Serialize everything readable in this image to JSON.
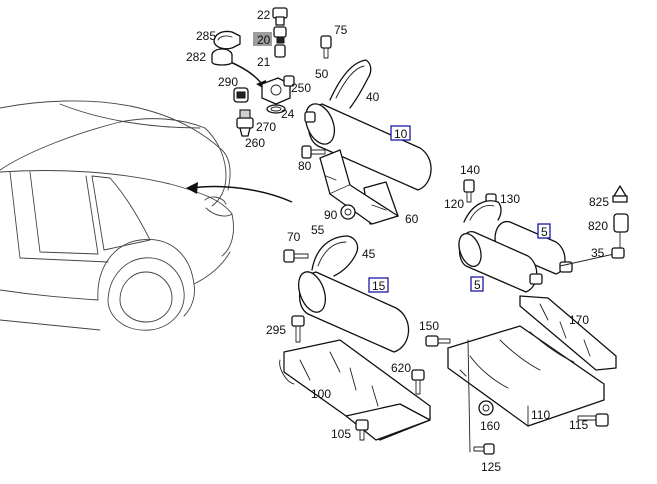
{
  "callouts": [
    {
      "id": "c22",
      "text": "22"
    },
    {
      "id": "c20",
      "text": "20",
      "highlight": true
    },
    {
      "id": "c285",
      "text": "285"
    },
    {
      "id": "c282",
      "text": "282"
    },
    {
      "id": "c21",
      "text": "21"
    },
    {
      "id": "c75",
      "text": "75"
    },
    {
      "id": "c50",
      "text": "50"
    },
    {
      "id": "c40",
      "text": "40"
    },
    {
      "id": "c290",
      "text": "290"
    },
    {
      "id": "c250",
      "text": "250"
    },
    {
      "id": "c24",
      "text": "24"
    },
    {
      "id": "c270",
      "text": "270"
    },
    {
      "id": "c260",
      "text": "260"
    },
    {
      "id": "c10",
      "text": "10",
      "boxed": true
    },
    {
      "id": "c80",
      "text": "80"
    },
    {
      "id": "c90",
      "text": "90"
    },
    {
      "id": "c60",
      "text": "60"
    },
    {
      "id": "c140",
      "text": "140"
    },
    {
      "id": "c130",
      "text": "130"
    },
    {
      "id": "c120",
      "text": "120"
    },
    {
      "id": "c5a",
      "text": "5",
      "boxed": true
    },
    {
      "id": "c5b",
      "text": "5",
      "boxed": true
    },
    {
      "id": "c825",
      "text": "825"
    },
    {
      "id": "c820",
      "text": "820"
    },
    {
      "id": "c35",
      "text": "35"
    },
    {
      "id": "c70",
      "text": "70"
    },
    {
      "id": "c55",
      "text": "55"
    },
    {
      "id": "c45",
      "text": "45"
    },
    {
      "id": "c15",
      "text": "15",
      "boxed": true
    },
    {
      "id": "c295",
      "text": "295"
    },
    {
      "id": "c150",
      "text": "150"
    },
    {
      "id": "c170",
      "text": "170"
    },
    {
      "id": "c620",
      "text": "620"
    },
    {
      "id": "c100",
      "text": "100"
    },
    {
      "id": "c105",
      "text": "105"
    },
    {
      "id": "c110",
      "text": "110"
    },
    {
      "id": "c160",
      "text": "160"
    },
    {
      "id": "c115",
      "text": "115"
    },
    {
      "id": "c125",
      "text": "125"
    }
  ],
  "colors": {
    "line": "#111111",
    "box_border": "#1a1aa6",
    "highlight": "#9d9d9d",
    "background": "#ffffff"
  }
}
